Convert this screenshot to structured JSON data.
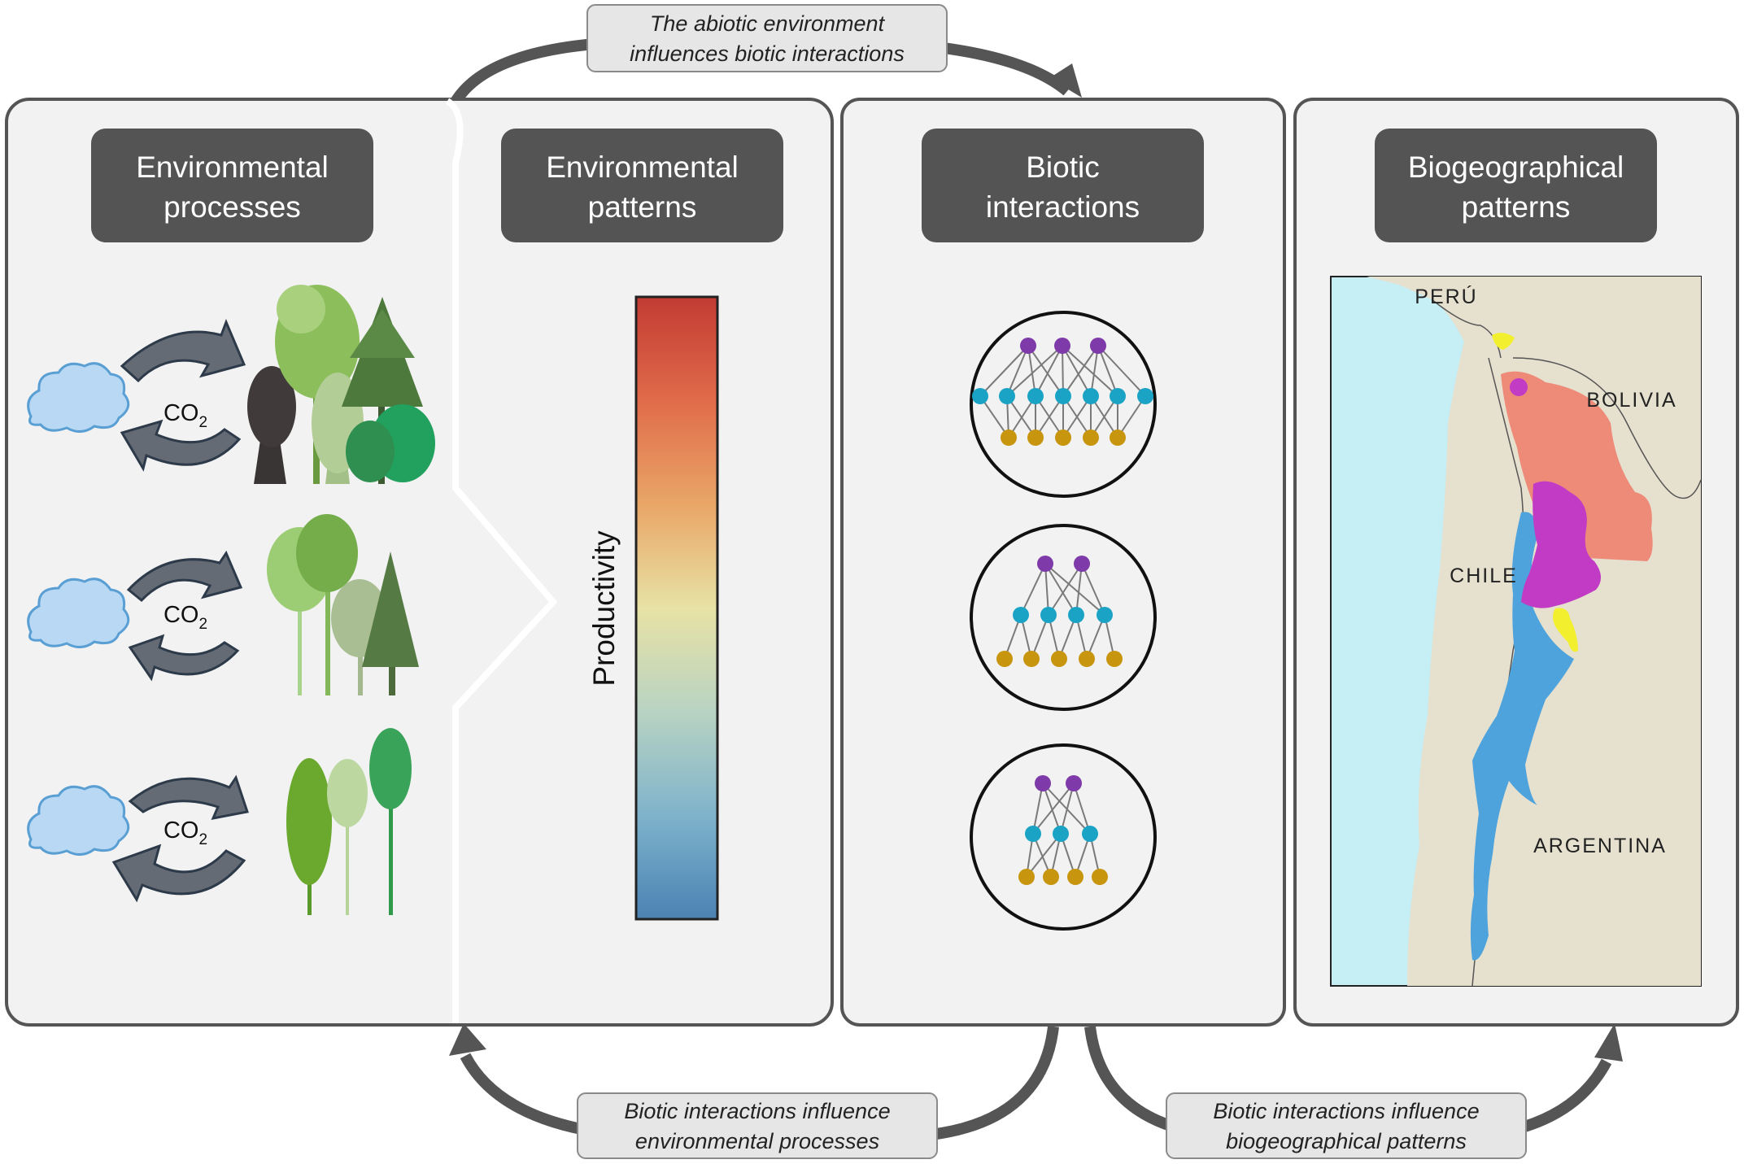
{
  "headers": {
    "env_processes": [
      "Environmental",
      "processes"
    ],
    "env_patterns": [
      "Environmental",
      "patterns"
    ],
    "biotic": [
      "Biotic",
      "interactions"
    ],
    "biogeo": [
      "Biogeographical",
      "patterns"
    ]
  },
  "notes": {
    "top": [
      "The abiotic environment",
      "influences biotic interactions"
    ],
    "bottom_left": [
      "Biotic interactions influence",
      "environmental processes"
    ],
    "bottom_right": [
      "Biotic interactions influence",
      "biogeographical patterns"
    ]
  },
  "co2": {
    "main": "CO",
    "sub": "2"
  },
  "gradient": {
    "label": "Productivity",
    "colors": [
      "#c23b33",
      "#e06b4a",
      "#e9a667",
      "#e8e2a5",
      "#b8d3c2",
      "#7fb3cb",
      "#4a82b3"
    ]
  },
  "map": {
    "countries": {
      "peru": "PERÚ",
      "bolivia": "BOLIVIA",
      "chile": "CHILE",
      "argentina": "ARGENTINA"
    },
    "colors": {
      "ocean": "#c6eef5",
      "land": "#e6e0ce",
      "salmon": "#ee8a78",
      "blue": "#4ea3dc",
      "magenta": "#c13bc4",
      "yellow": "#f2f02e"
    }
  },
  "networks": {
    "colors": {
      "top": "#7d3aa8",
      "middle": "#1ba3c6",
      "bottom": "#c7950e"
    }
  },
  "palette": {
    "panel_fill": "#f2f2f2",
    "panel_border": "#555555",
    "header_fill": "#545454",
    "arrow": "#555555",
    "note_fill": "#e6e6e6"
  }
}
